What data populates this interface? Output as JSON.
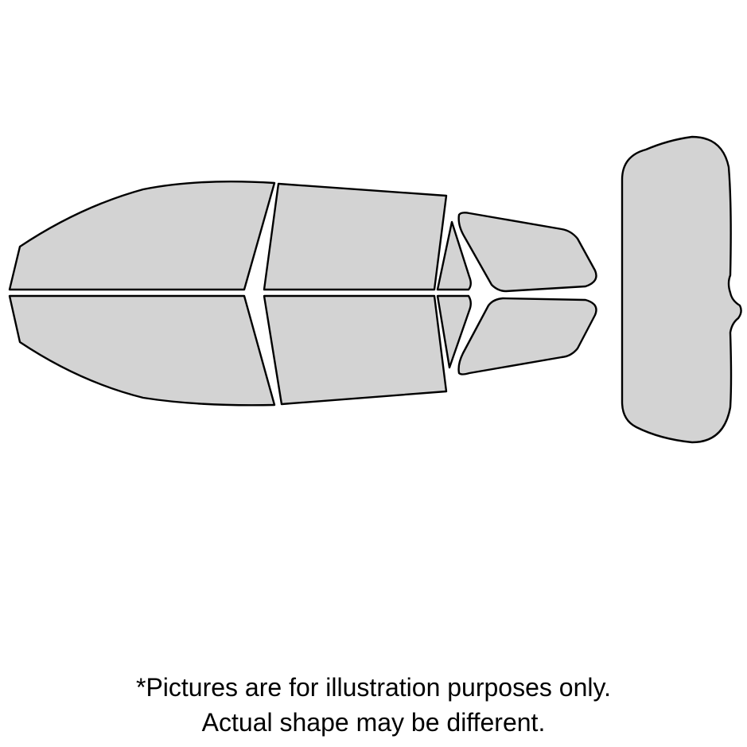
{
  "diagram": {
    "panel_fill": "#d3d3d3",
    "outline_color": "#000000",
    "panels": [
      {
        "name": "front-upper-window-panel"
      },
      {
        "name": "front-lower-window-panel"
      },
      {
        "name": "rear-door-upper-window-panel"
      },
      {
        "name": "rear-door-lower-window-panel"
      },
      {
        "name": "quarter-vent-upper-panel"
      },
      {
        "name": "quarter-vent-lower-panel"
      },
      {
        "name": "rear-quarter-upper-window-panel"
      },
      {
        "name": "rear-quarter-lower-window-panel"
      },
      {
        "name": "rear-windshield-panel"
      }
    ]
  },
  "disclaimer": {
    "line1": "*Pictures are for illustration purposes only.",
    "line2": "Actual shape may be different."
  }
}
